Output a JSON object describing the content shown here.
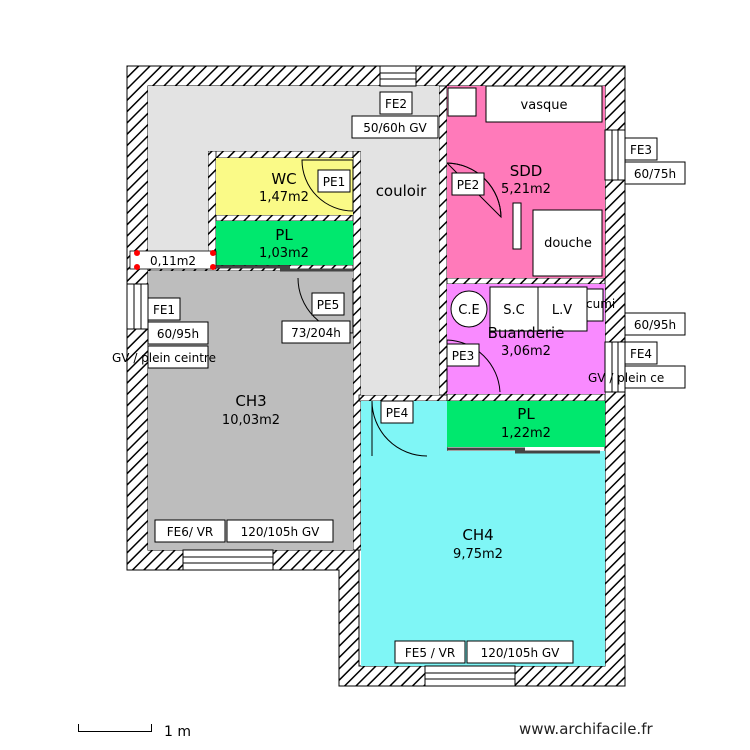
{
  "plan": {
    "rooms": {
      "couloir": {
        "name": "couloir"
      },
      "wc": {
        "name": "WC",
        "area": "1,47m2"
      },
      "pl1": {
        "name": "PL",
        "area": "1,03m2"
      },
      "sdd": {
        "name": "SDD",
        "area": "5,21m2"
      },
      "buanderie": {
        "name": "Buanderie",
        "area": "3,06m2"
      },
      "pl2": {
        "name": "PL",
        "area": "1,22m2"
      },
      "ch3": {
        "name": "CH3",
        "area": "10,03m2"
      },
      "ch4": {
        "name": "CH4",
        "area": "9,75m2"
      },
      "small_area": "0,11m2"
    },
    "fixtures": {
      "vasque": "vasque",
      "douche": "douche",
      "ce": "C.E",
      "sc": "S.C",
      "lv": "L.V",
      "cumulus": "cumi"
    },
    "doors": [
      "PE1",
      "PE2",
      "PE3",
      "PE4",
      "PE5"
    ],
    "door_dims": "73/204h",
    "windows": {
      "fe1": {
        "id": "FE1",
        "dims": "60/95h",
        "note": "GV / plein ceintre"
      },
      "fe2": {
        "id": "FE2",
        "dims": "50/60h GV"
      },
      "fe3": {
        "id": "FE3",
        "dims": "60/75h"
      },
      "fe4": {
        "id": "FE4",
        "dims": "60/95h",
        "note": "GV / plein ce"
      },
      "fe5": {
        "id": "FE5 / VR",
        "dims": "120/105h GV"
      },
      "fe6": {
        "id": "FE6/ VR",
        "dims": "120/105h GV"
      }
    },
    "colors": {
      "couloir": "#e3e3e3",
      "wc": "#fafa87",
      "pl": "#00e86e",
      "sdd": "#ff7aba",
      "buanderie": "#f98aff",
      "ch3": "#bdbdbd",
      "ch4": "#7ff6f6",
      "wall": "#ffffff"
    }
  },
  "scale": {
    "label": "1 m"
  },
  "watermark": "www.archifacile.fr"
}
